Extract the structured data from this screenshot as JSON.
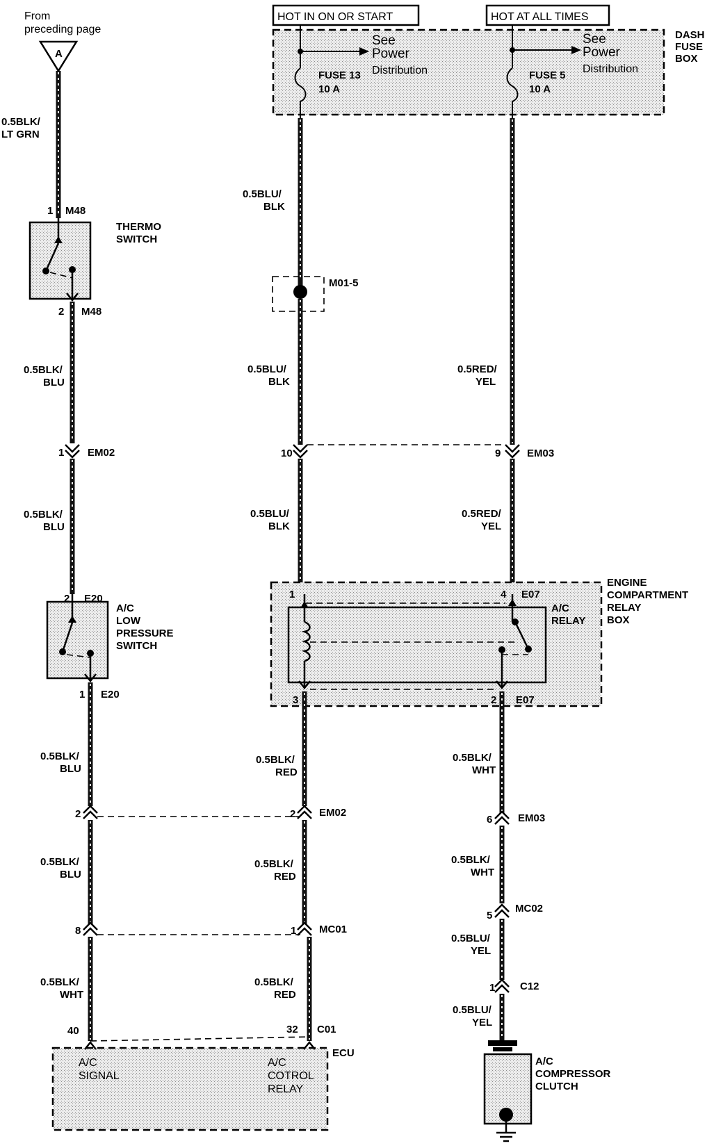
{
  "from_preceding": {
    "line1": "From",
    "line2": "preceding page"
  },
  "connector_a": "A",
  "headers": {
    "hot_in_on": "HOT IN ON OR START",
    "hot_at_all": "HOT AT ALL TIMES"
  },
  "dash_fuse_box": {
    "l1": "DASH",
    "l2": "FUSE",
    "l3": "BOX"
  },
  "see_power": {
    "l1": "See",
    "l2": "Power",
    "l3": "Distribution"
  },
  "fuse13": {
    "name": "FUSE 13",
    "rating": "10 A"
  },
  "fuse5": {
    "name": "FUSE 5",
    "rating": "10 A"
  },
  "wires": {
    "blk_ltgrn": {
      "l1": "0.5BLK/",
      "l2": "LT GRN"
    },
    "blk_blu": {
      "l1": "0.5BLK/",
      "l2": "BLU"
    },
    "blk_wht": {
      "l1": "0.5BLK/",
      "l2": "WHT"
    },
    "blu_blk": {
      "l1": "0.5BLU/",
      "l2": "BLK"
    },
    "blk_red": {
      "l1": "0.5BLK/",
      "l2": "RED"
    },
    "red_yel": {
      "l1": "0.5RED/",
      "l2": "YEL"
    },
    "blu_yel": {
      "l1": "0.5BLU/",
      "l2": "YEL"
    }
  },
  "thermo_switch": {
    "l1": "THERMO",
    "l2": "SWITCH"
  },
  "m48": "M48",
  "m01_5": "M01-5",
  "em02": "EM02",
  "em03": "EM03",
  "e20": "E20",
  "e07": "E07",
  "mc01": "MC01",
  "mc02": "MC02",
  "c01": "C01",
  "c12": "C12",
  "ecu": "ECU",
  "ac_low_pressure": {
    "l1": "A/C",
    "l2": "LOW",
    "l3": "PRESSURE",
    "l4": "SWITCH"
  },
  "engine_box": {
    "l1": "ENGINE",
    "l2": "COMPARTMENT",
    "l3": "RELAY",
    "l4": "BOX"
  },
  "ac_relay": {
    "l1": "A/C",
    "l2": "RELAY"
  },
  "ac_signal": {
    "l1": "A/C",
    "l2": "SIGNAL"
  },
  "ac_control_relay": {
    "l1": "A/C",
    "l2": "COTROL",
    "l3": "RELAY"
  },
  "ac_compressor": {
    "l1": "A/C",
    "l2": "COMPRESSOR",
    "l3": "CLUTCH"
  },
  "pins": {
    "p1": "1",
    "p2": "2",
    "p3": "3",
    "p4": "4",
    "p5": "5",
    "p6": "6",
    "p8": "8",
    "p9": "9",
    "p10": "10",
    "p32": "32",
    "p40": "40"
  },
  "colors": {
    "wire": "#111111",
    "shade": "#d8d8d8",
    "line": "#000000"
  }
}
